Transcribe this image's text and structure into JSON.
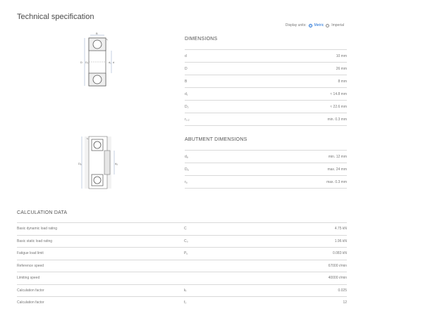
{
  "header": {
    "title": "Technical specification",
    "units_label": "Display units:",
    "unit_metric": "Metric",
    "unit_imperial": "Imperial"
  },
  "dimensions": {
    "title": "DIMENSIONS",
    "rows": [
      {
        "symbol": "d",
        "value": "10 mm"
      },
      {
        "symbol": "D",
        "value": "26 mm"
      },
      {
        "symbol": "B",
        "value": "8 mm"
      },
      {
        "symbol": "d₁",
        "value": "≈ 14.8 mm"
      },
      {
        "symbol": "D₂",
        "value": "≈ 22.6 mm"
      },
      {
        "symbol": "r₁,₂",
        "value": "min. 0.3 mm"
      }
    ]
  },
  "abutment": {
    "title": "ABUTMENT DIMENSIONS",
    "rows": [
      {
        "symbol": "dₐ",
        "value": "min. 12 mm"
      },
      {
        "symbol": "Dₐ",
        "value": "max. 24 mm"
      },
      {
        "symbol": "rₐ",
        "value": "max. 0.3 mm"
      }
    ]
  },
  "calculation": {
    "title": "CALCULATION DATA",
    "rows": [
      {
        "label": "Basic dynamic load rating",
        "symbol": "C",
        "value": "4.75 kN"
      },
      {
        "label": "Basic static load rating",
        "symbol": "C₀",
        "value": "1.96 kN"
      },
      {
        "label": "Fatigue load limit",
        "symbol": "Pᵤ",
        "value": "0.083 kN"
      },
      {
        "label": "Reference speed",
        "symbol": "",
        "value": "67000 r/min"
      },
      {
        "label": "Limiting speed",
        "symbol": "",
        "value": "40000 r/min"
      },
      {
        "label": "Calculation factor",
        "symbol": "kᵣ",
        "value": "0.025"
      },
      {
        "label": "Calculation factor",
        "symbol": "f₀",
        "value": "12"
      }
    ]
  },
  "drawing_labels": {
    "top": {
      "B": "B",
      "D": "D",
      "D2": "D₂",
      "d": "d",
      "d1": "d₁",
      "r": "r₁"
    },
    "bottom": {
      "da": "dₐ",
      "Da": "Dₐ",
      "ra": "rₐ"
    }
  }
}
